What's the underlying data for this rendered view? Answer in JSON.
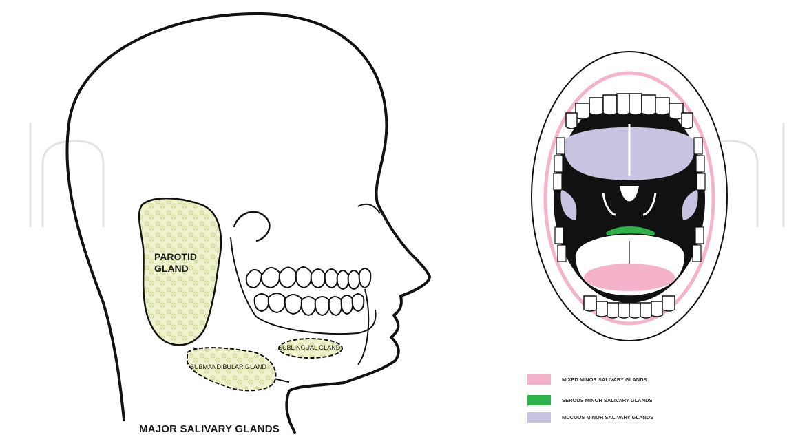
{
  "labels": {
    "parotid_line1": "PAROTID",
    "parotid_line2": "GLAND",
    "sublingual": "SUBLINGUAL GLAND",
    "submandibular": "SUBMANDIBULAR GLAND",
    "title": "MAJOR SALIVARY GLANDS"
  },
  "legend": {
    "items": [
      {
        "label": "MIXED MINOR SALIVARY GLANDS",
        "color": "#f4b3cb"
      },
      {
        "label": "SEROUS MINOR SALIVARY GLANDS",
        "color": "#2db34a"
      },
      {
        "label": "MUCOUS MINOR SALIVARY GLANDS",
        "color": "#c8c3e1"
      }
    ]
  },
  "colors": {
    "outline": "#111111",
    "gland_fill": "#eff2cc",
    "gland_texture": "#c9d28e",
    "mixed": "#f4b3cb",
    "serous": "#2db34a",
    "mucous": "#c8c3e1",
    "watermark": "#dddddd"
  }
}
